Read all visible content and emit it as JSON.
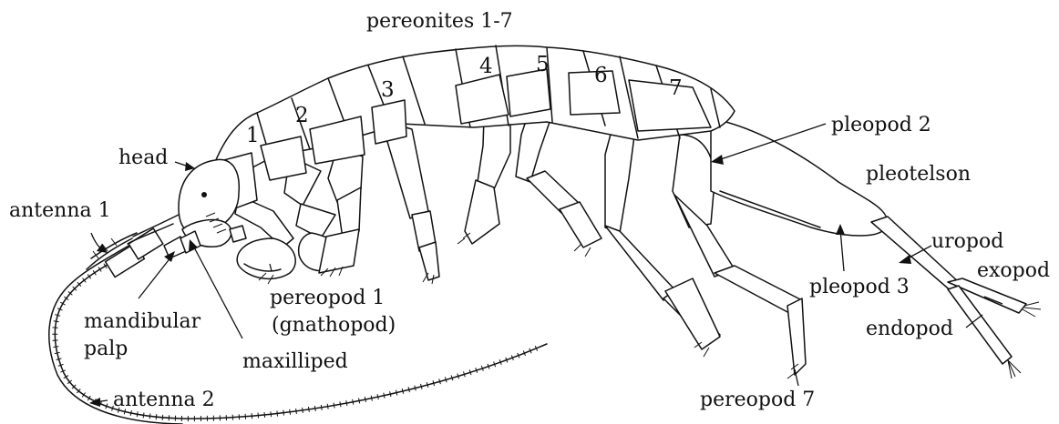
{
  "labels": {
    "pereonites": "pereonites 1-7",
    "head": "head",
    "antenna1": "antenna 1",
    "antenna2": "antenna 2",
    "mandibular_palp_1": "mandibular",
    "mandibular_palp_2": "palp",
    "maxilliped": "maxilliped",
    "pereopod1_1": "pereopod 1",
    "pereopod1_2": "(gnathopod)",
    "pleopod2": "pleopod 2",
    "pleotelson": "pleotelson",
    "pleopod3": "pleopod 3",
    "uropod": "uropod",
    "exopod": "exopod",
    "endopod": "endopod",
    "pereopod7": "pereopod 7"
  },
  "segment_numbers": [
    "1",
    "2",
    "3",
    "4",
    "5",
    "6",
    "7"
  ],
  "colors": {
    "ink": "#111111",
    "background": "#ffffff"
  }
}
